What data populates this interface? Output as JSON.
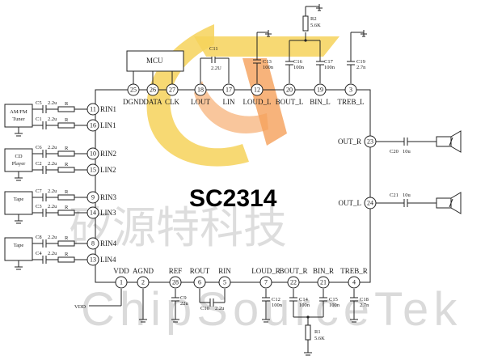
{
  "chip_label": "SC2314",
  "watermark": {
    "cn": "矽源特科技",
    "en": "ChipSourceTek"
  },
  "logo_colors": {
    "yellow": "#f6d25a",
    "orange": "#f5a05a"
  },
  "mcu": {
    "label": "MCU"
  },
  "sources": [
    {
      "id": "amfm",
      "label_l1": "AM/FM",
      "label_l2": "Tuner",
      "caps": [
        {
          "ref": "C5",
          "val": "2.2u"
        },
        {
          "ref": "C1",
          "val": "2.2u"
        }
      ],
      "r_label": "R",
      "pins": [
        {
          "num": "11",
          "name": "RIN1"
        },
        {
          "num": "16",
          "name": "LIN1"
        }
      ]
    },
    {
      "id": "cd",
      "label_l1": "CD",
      "label_l2": "Player",
      "caps": [
        {
          "ref": "C6",
          "val": "2.2u"
        },
        {
          "ref": "C2",
          "val": "2.2u"
        }
      ],
      "r_label": "R",
      "pins": [
        {
          "num": "10",
          "name": "RIN2"
        },
        {
          "num": "15",
          "name": "LIN2"
        }
      ]
    },
    {
      "id": "tape1",
      "label_l1": "Tape",
      "label_l2": "",
      "caps": [
        {
          "ref": "C7",
          "val": "2.2u"
        },
        {
          "ref": "C3",
          "val": "2.2u"
        }
      ],
      "r_label": "R",
      "pins": [
        {
          "num": "9",
          "name": "RIN3"
        },
        {
          "num": "14",
          "name": "LIN3"
        }
      ]
    },
    {
      "id": "tape2",
      "label_l1": "Tape",
      "label_l2": "",
      "caps": [
        {
          "ref": "C8",
          "val": "2.2u"
        },
        {
          "ref": "C4",
          "val": "2.2u"
        }
      ],
      "r_label": "R",
      "pins": [
        {
          "num": "8",
          "name": "RIN4"
        },
        {
          "num": "13",
          "name": "LIN4"
        }
      ]
    }
  ],
  "top_pins": [
    {
      "num": "25",
      "name": "DGND"
    },
    {
      "num": "26",
      "name": "DATA"
    },
    {
      "num": "27",
      "name": "CLK"
    },
    {
      "num": "18",
      "name": "LOUT"
    },
    {
      "num": "17",
      "name": "LIN"
    },
    {
      "num": "12",
      "name": "LOUD_L"
    },
    {
      "num": "20",
      "name": "BOUT_L"
    },
    {
      "num": "19",
      "name": "BIN_L"
    },
    {
      "num": "3",
      "name": "TREB_L"
    }
  ],
  "bottom_pins": [
    {
      "num": "1",
      "name": "VDD"
    },
    {
      "num": "2",
      "name": "AGND"
    },
    {
      "num": "28",
      "name": "REF"
    },
    {
      "num": "6",
      "name": "ROUT"
    },
    {
      "num": "5",
      "name": "RIN"
    },
    {
      "num": "7",
      "name": "LOUD_R"
    },
    {
      "num": "22",
      "name": "BOUT_R"
    },
    {
      "num": "21",
      "name": "BIN_R"
    },
    {
      "num": "4",
      "name": "TREB_R"
    }
  ],
  "right_pins": [
    {
      "num": "23",
      "name": "OUT_R"
    },
    {
      "num": "24",
      "name": "OUT_L"
    }
  ],
  "top_components": {
    "c11": {
      "ref": "C11",
      "val": "2.2U"
    },
    "c13": {
      "ref": "C13",
      "val": "100n"
    },
    "c16": {
      "ref": "C16",
      "val": "100n"
    },
    "c17": {
      "ref": "C17",
      "val": "100n"
    },
    "c19": {
      "ref": "C19",
      "val": "2.7n"
    },
    "r2": {
      "ref": "R2",
      "val": "5.6K"
    }
  },
  "bottom_components": {
    "c9": {
      "ref": "C9",
      "val": "22u"
    },
    "c10": {
      "ref": "C10",
      "val": "2.2u"
    },
    "c12": {
      "ref": "C12",
      "val": "100n"
    },
    "c14": {
      "ref": "C14",
      "val": "100n"
    },
    "c15": {
      "ref": "C15",
      "val": "100n"
    },
    "c18": {
      "ref": "C18",
      "val": "2.7n"
    },
    "r1": {
      "ref": "R1",
      "val": "5.6K"
    }
  },
  "output_caps": {
    "c20": {
      "ref": "C20",
      "val": "10u"
    },
    "c21": {
      "ref": "C21",
      "val": "10u"
    }
  },
  "vdd_label": "VDD"
}
